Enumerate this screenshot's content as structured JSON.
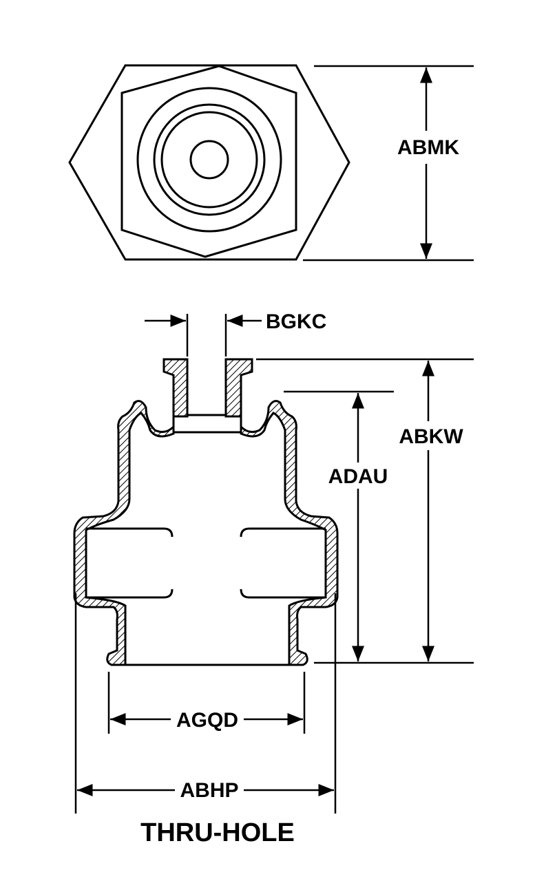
{
  "dimensions": {
    "abmk": "ABMK",
    "bgkc": "BGKC",
    "abkw": "ABKW",
    "adau": "ADAU",
    "agqd": "AGQD",
    "abhp": "ABHP"
  },
  "caption": "THRU-HOLE"
}
